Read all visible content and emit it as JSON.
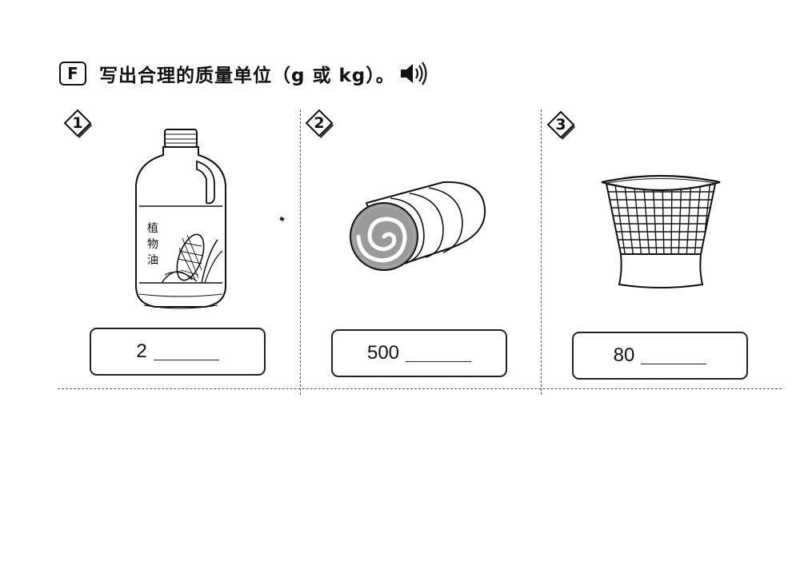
{
  "header": {
    "letter": "F",
    "instruction": "写出合理的质量单位（g 或 kg）。"
  },
  "items": [
    {
      "number": "1",
      "picture": "oil-bottle",
      "label_lines": [
        "植",
        "物",
        "油"
      ],
      "value": "2"
    },
    {
      "number": "2",
      "picture": "swiss-roll",
      "value": "500"
    },
    {
      "number": "3",
      "picture": "waste-basket",
      "value": "80"
    }
  ],
  "icons": {
    "audio": "speaker-icon"
  }
}
